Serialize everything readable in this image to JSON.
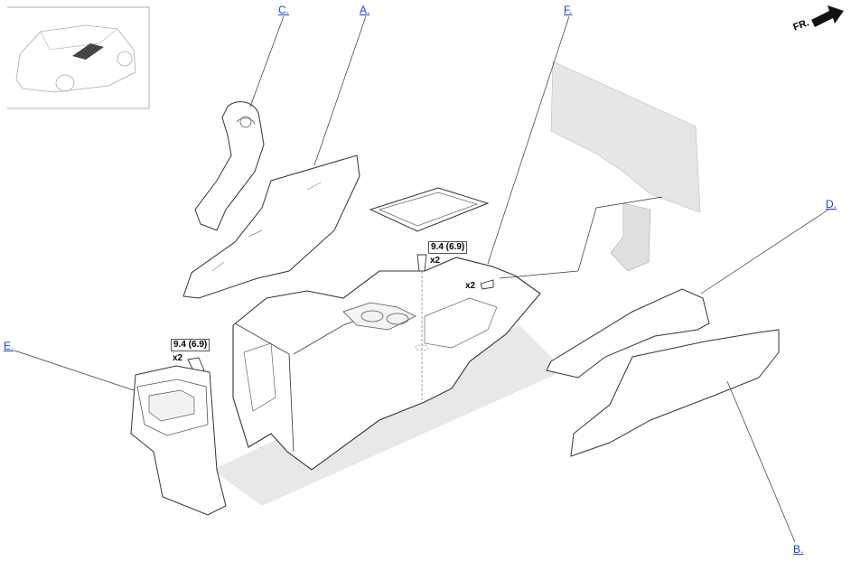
{
  "callouts": {
    "a": "A.",
    "b": "B.",
    "c": "C.",
    "d": "D.",
    "e": "E.",
    "f": "F."
  },
  "fasteners": {
    "center_torque": "9.4 (6.9)",
    "center_qty": "x2",
    "rear_torque": "9.4 (6.9)",
    "rear_qty": "x2",
    "right_qty": "x2"
  },
  "orientation": {
    "label": "FR.",
    "icon": "forward-arrow-icon"
  },
  "locator": {
    "icon": "vehicle-locator-icon"
  },
  "colors": {
    "link": "#1a3fd6",
    "line": "#333333",
    "shadow": "#e6e6e6"
  }
}
